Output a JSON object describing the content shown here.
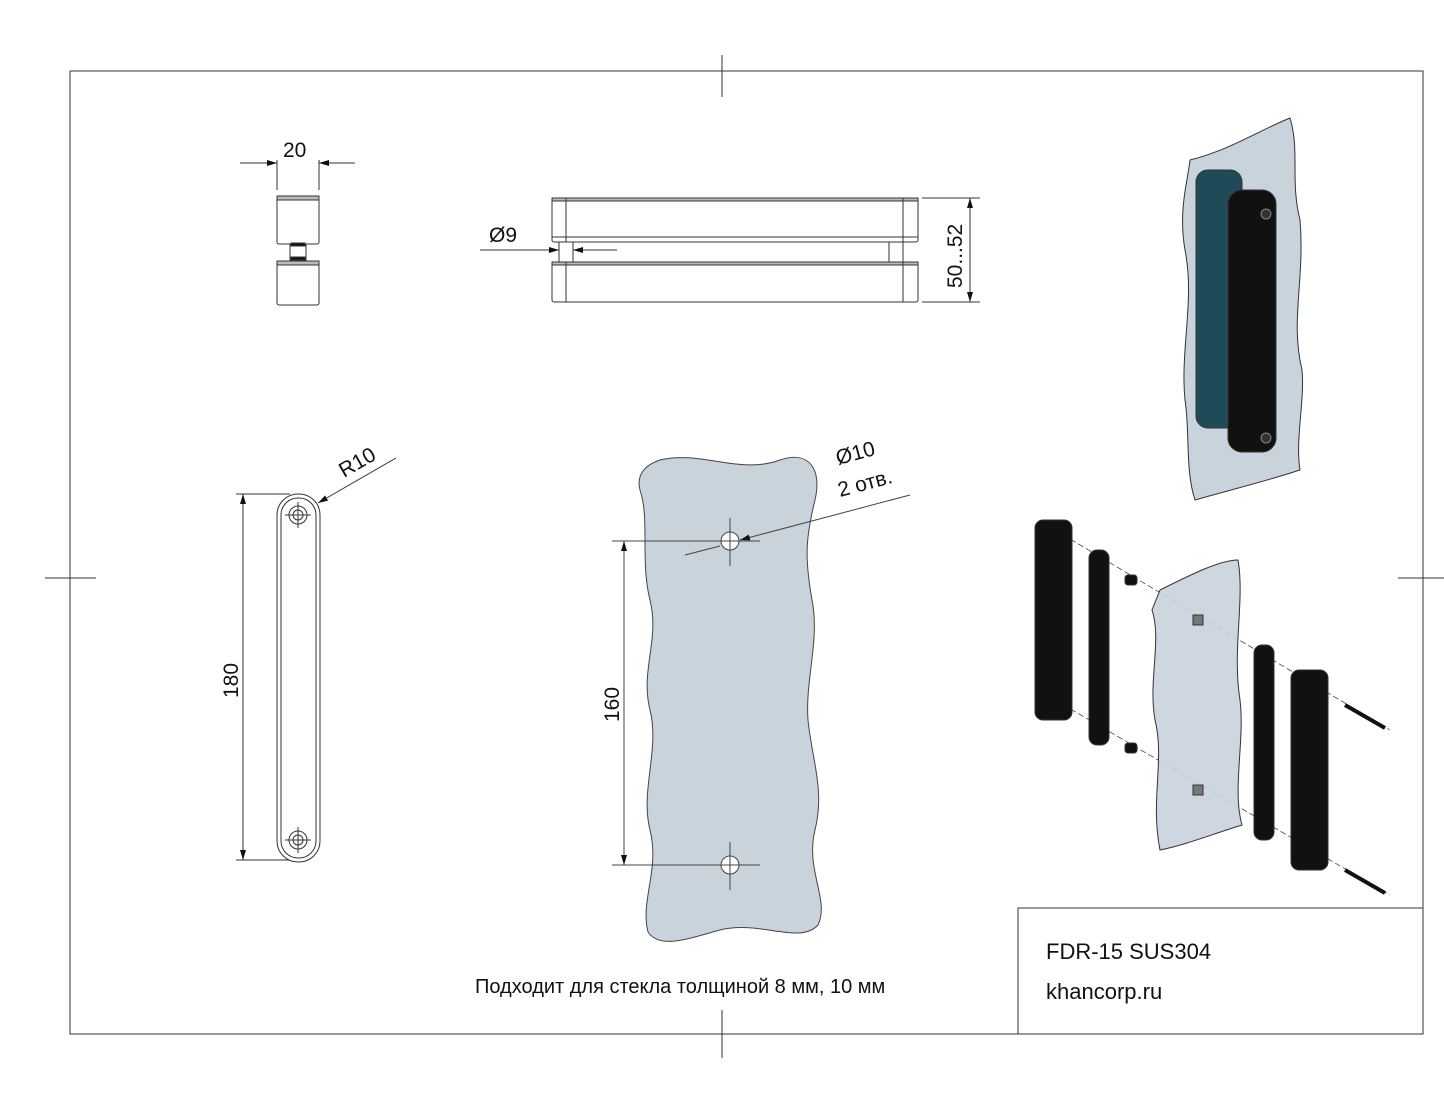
{
  "dimensions": {
    "width": "20",
    "hole_diameter_standoff": "Ø9",
    "height_range": "50...52",
    "length": "180",
    "radius": "R10",
    "hole_spacing": "160",
    "glass_hole_diameter": "Ø10",
    "glass_hole_count": "2 отв."
  },
  "caption": "Подходит для стекла толщиной 8 мм, 10 мм",
  "title_block": {
    "model": "FDR-15 SUS304",
    "website": "khancorp.ru"
  },
  "colors": {
    "glass": "#c9d3dc",
    "handle": "#111111",
    "handle_back": "#1f4a57",
    "line": "#222222"
  }
}
